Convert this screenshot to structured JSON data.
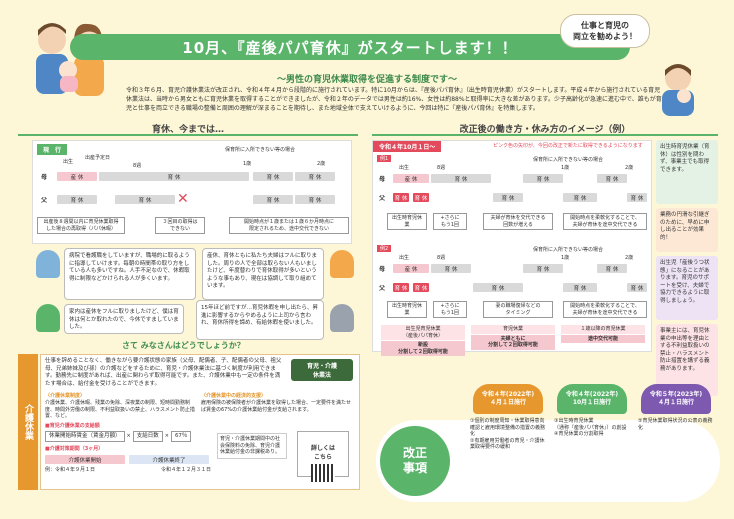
{
  "header": {
    "title": "10月、『産後パパ育休』がスタートします！！",
    "bubble": "仕事と育児の\n両立を勧めよう！",
    "subtitle": "～男性の育児休業取得を促進する制度です～",
    "intro": "令和３年６月、育児介護休業法が改正され、令和４年４月から段階的に施行されています。特に10月からは、『産後パパ育休』（出生時育児休業）がスタートします。平成４年から施行されている育児休業法は、当時から男女ともに育児休業を取得することができましたが、令和２年のデータでは男性は約16%、女性は約88%と取得率に大きな差があります。少子高齢化が急速に進む中で、誰もが育児と仕事を両立できる職場の整備と周囲の理解が深まることを期待し、また地域全体で支えていけるように、今回は特に『産後パパ育休』を特集します。"
  },
  "left": {
    "section_title": "育休、今までは…",
    "current_tag": "現　行",
    "labels": {
      "birth": "出生",
      "birth_due": "出産予定日",
      "week8": "8週",
      "year1": "1歳",
      "year2": "2歳",
      "mother": "母",
      "father": "父",
      "leave": "育 休",
      "maternity": "産 休",
      "nursery": "保育所に入所できない等の場合"
    },
    "notes": [
      "出産後８週間以内に育児休業取得\nした場合の再取得（パパ休暇）",
      "３回目の取得は\nできない",
      "開始時点が１歳または１歳６か月時点に\n限定されるため、途中交代できない"
    ],
    "speech": [
      "病院で看護職をしていますが、職場的に取るように指導していけます。毎朝の時間帯の取り方をしている人も多いですね。人手不足なので、休暇取得に制限などかけられる人が多くいます。",
      "産休、育休ともに私たち夫婦はフルに取りました。周りの人で全部は取らない人もいましたけど、年度替わりで育休取得が多いというような事もあり、現在は協調して取り組めています。",
      "家内は産休をフルに取りましたけど、僕は育休は何とか取れたので、今休ですましていました。",
      "15年ほど前ですが…育児休暇を申し出たら、昇進に影響するからやめるように上司から言われ、育休所得を諦め、有給休暇を使いました。"
    ],
    "question": "さて みなさんはどうでしょうか？"
  },
  "care": {
    "vertical_title": "介護休業",
    "text": "仕事を辞めることなく、働きながら要介護状態の家族（父母、配偶者、子、配偶者の父母、祖父母、兄弟姉妹及び孫）の介護などをするために、育児・介護休業法に基づく制度が利用できます。勤務先に制度があれば、出産に関わらず取得可能です。また、介護休業中も一定の条件を満たす場合は、給付金を受けることができます。",
    "badge": "育児・介護\n休業法",
    "kinds_title": "〈介護休業制度〉",
    "kinds": "介護休業、介護休暇、残業の免除、深夜業の制限、短時間勤務制度、時間外労働の制限、不利益取扱いの禁止、ハラスメント防止措置、など。",
    "benefit_title": "〈介護休業中の経済的支援〉",
    "benefit": "雇用保険の被保険者が介護休業を取得した場合、一定要件を満たせば賃金の67%の介護休業給付金が支給されます。",
    "formula_title": "■育児介護休業の支給額",
    "formula": [
      "休業開始時賃金（賃金月額）",
      "×",
      "支給日数",
      "×",
      "67％"
    ],
    "period_title": "■介護対策期間（3ヶ月）",
    "period_bars": [
      "介護休業開始",
      "介護休業終了"
    ],
    "more": "詳しくは\nこちら",
    "dates": [
      "例：令和４年９月１日",
      "令和４年１２月３１日"
    ],
    "footnote": "育児・介護休業期間中の社会保険料の免除、育児介護休業給付金の非課税あり。"
  },
  "right": {
    "section_title": "改正後の働き方・休み方のイメージ（例）",
    "tag": "令和４年10月１日～",
    "legend": "ピンク色の矢印が、今回の改正で新たに取得できるようになります",
    "ex1": "例1",
    "ex2": "例2",
    "labels": {
      "birth": "出生",
      "week8": "8週",
      "year1": "1歳",
      "year2": "2歳",
      "mother": "母",
      "father": "父",
      "leave": "育 休",
      "maternity": "産 休",
      "nursery": "保育所に入所できない等の場合"
    },
    "notes1": [
      "出生時育児休業",
      "+さらに\nもう1回",
      "夫婦が育休を交代できる\n回数が増える",
      "開始時点を柔軟化することで、\n夫婦が育休を途中交代できる"
    ],
    "notes2": [
      "出生時育児休業",
      "+さらに\nもう1回",
      "妻の職場復帰などの\nタイミング",
      "開始時点を柔軟化することで、\n夫婦が育休を途中交代できる"
    ],
    "summary_heads": [
      "出生児育児休業\n（産後パパ育休）",
      "育児休業",
      "１歳以降の育児休業"
    ],
    "summary_values": [
      "新設\n分割して２回取得可能",
      "夫婦ともに\n分割して２回取得可能",
      "途中交代可能"
    ],
    "side_notes": [
      "出生時育児休業（育休）は性別を問わず、事業主でも取得できます。",
      "業務の円滑な引継ぎのために、早めに申し出ることが効果的！",
      "出生児「産後うつ状態」になることがあります。育児のサポートを受け、夫婦で協力できるように取得しましょう。",
      "事業主には、育児休業の申出等を理由とする不利益取扱いの禁止・ハラスメント防止措置を講ずる義務があります。"
    ]
  },
  "reform": {
    "label": "改正\n事項",
    "items": [
      {
        "head": "令和４年(2022年)\n４月１日施行",
        "body": "①個別の制度周知・休業取得意向確認と雇用環境整備の措置の義務化\n②有期雇用労働者の育児・介護休業取得要件の緩和",
        "color": "#e6982f"
      },
      {
        "head": "令和４年(2022年)\n10月１日施行",
        "body": "③出生時育児休業\n（通称『産後パパ育休』）の創設\n④育児休業の分割取得",
        "color": "#5ab56b"
      },
      {
        "head": "令和５年(2023年)\n４月１日施行",
        "body": "⑤育児休業取得状況の公表の義務化",
        "color": "#7d5ab0"
      }
    ]
  },
  "colors": {
    "green": "#5ab56b",
    "pink": "#e34a5c",
    "orange": "#e6982f",
    "purple": "#7d5ab0",
    "cream": "#fdf7d8"
  }
}
